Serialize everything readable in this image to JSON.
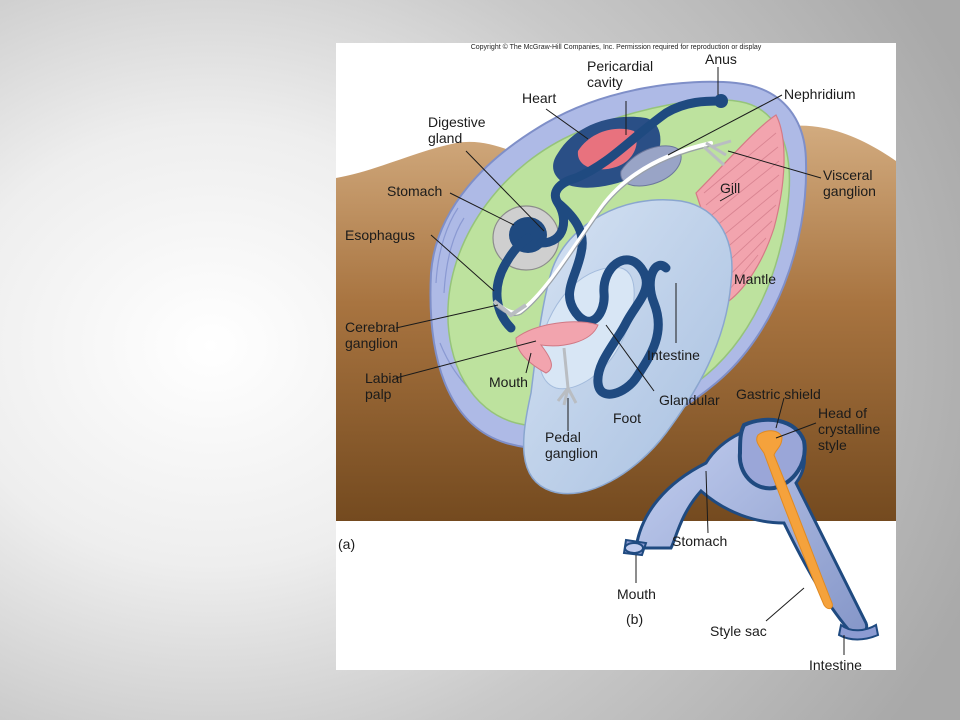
{
  "copyright": "Copyright © The McGraw-Hill Companies, Inc. Permission required for reproduction or display",
  "panel_labels": {
    "a": "(a)",
    "b": "(b)"
  },
  "labels_a": {
    "anus": "Anus",
    "pericardial_cavity_1": "Pericardial",
    "pericardial_cavity_2": "cavity",
    "heart": "Heart",
    "nephridium": "Nephridium",
    "digestive_gland_1": "Digestive",
    "digestive_gland_2": "gland",
    "visceral_ganglion_1": "Visceral",
    "visceral_ganglion_2": "ganglion",
    "stomach": "Stomach",
    "gill": "Gill",
    "esophagus": "Esophagus",
    "mantle": "Mantle",
    "cerebral_ganglion_1": "Cerebral",
    "cerebral_ganglion_2": "ganglion",
    "intestine": "Intestine",
    "labial_palp_1": "Labial",
    "labial_palp_2": "palp",
    "mouth": "Mouth",
    "glandular": "Glandular",
    "foot": "Foot",
    "pedal_ganglion_1": "Pedal",
    "pedal_ganglion_2": "ganglion"
  },
  "labels_b": {
    "gastric_shield": "Gastric shield",
    "head_style_1": "Head of",
    "head_style_2": "crystalline",
    "head_style_3": "style",
    "stomach": "Stomach",
    "mouth": "Mouth",
    "style_sac": "Style sac",
    "intestine": "Intestine"
  },
  "colors": {
    "sediment_top": "#c9a277",
    "sediment_bottom": "#7b4f22",
    "shell": "#aeb9e8",
    "mantle_green": "#b9e09c",
    "foot": "#b8cde8",
    "gut": "#1f4a80",
    "heart": "#e8727e",
    "gill": "#f0a0ac",
    "style": "#f5a23c"
  }
}
